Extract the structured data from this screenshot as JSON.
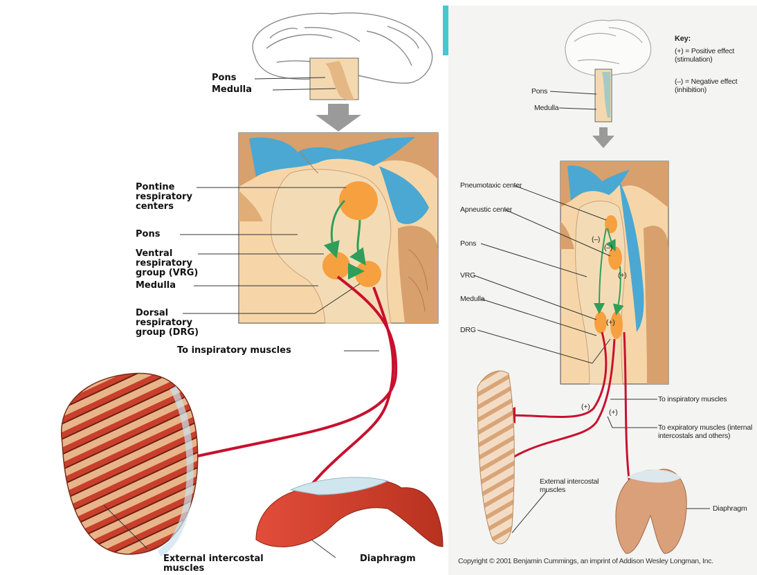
{
  "left_panel": {
    "labels": {
      "pons_top": "Pons",
      "medulla_top": "Medulla",
      "pontine": "Pontine\nrespiratory\ncenters",
      "pons": "Pons",
      "vrg": "Ventral\nrespiratory\ngroup (VRG)",
      "medulla": "Medulla",
      "drg": "Dorsal\nrespiratory\ngroup (DRG)",
      "to_inspiratory": "To inspiratory muscles",
      "external_intercostal": "External intercostal\nmuscles",
      "diaphragm": "Diaphragm"
    }
  },
  "right_panel": {
    "key": {
      "title": "Key:",
      "positive": "(+) = Positive effect\n(stimulation)",
      "negative": "(–) = Negative effect\n(inhibition)"
    },
    "labels": {
      "pons_top": "Pons",
      "medulla_top": "Medulla",
      "pneumotaxic": "Pneumotaxic center",
      "apneustic": "Apneustic center",
      "pons": "Pons",
      "vrg": "VRG",
      "medulla": "Medulla",
      "drg": "DRG",
      "to_inspiratory": "To inspiratory muscles",
      "to_expiratory": "To expiratory muscles (internal\nintercostals and others)",
      "external_intercostal": "External intercostal\nmuscles",
      "diaphragm": "Diaphragm"
    },
    "signs": {
      "minus": "(–)",
      "plus": "(+)"
    },
    "copyright": "Copyright © 2001 Benjamin Cummings, an imprint of Addison Wesley Longman, Inc."
  },
  "colors": {
    "tissue": "#f6d6a8",
    "brown": "#d49a66",
    "blue": "#4aa8d2",
    "center": "#f6a040",
    "nerve": "#c8102e",
    "arrow_green": "#2e9e5a",
    "muscle": "#d9573f"
  }
}
